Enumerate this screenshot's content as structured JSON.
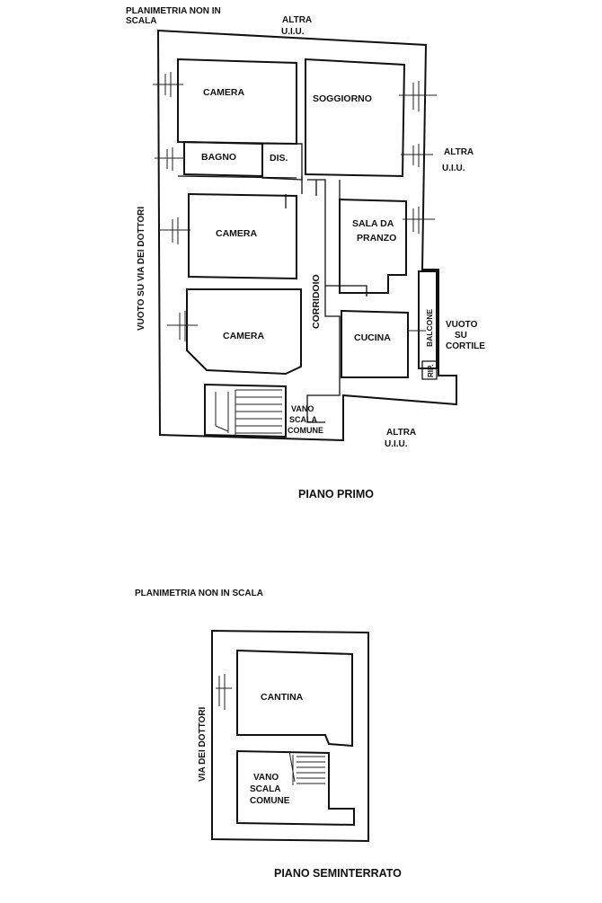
{
  "first_floor": {
    "note_line1": "PLANIMETRIA NON IN",
    "note_line2": "SCALA",
    "top_neighbor_line1": "ALTRA",
    "top_neighbor_line2": "U.I.U.",
    "right_neighbor_line1": "ALTRA",
    "right_neighbor_line2": "U.I.U.",
    "bottom_neighbor_line1": "ALTRA",
    "bottom_neighbor_line2": "U.I.U.",
    "street_side": "VUOTO SU VIA DEI DOTTORI",
    "courtyard_line1": "VUOTO",
    "courtyard_line2": "SU",
    "courtyard_line3": "CORTILE",
    "rooms": {
      "camera_top": "CAMERA",
      "soggiorno": "SOGGIORNO",
      "bagno": "BAGNO",
      "dis": "DIS.",
      "camera_mid": "CAMERA",
      "sala_line1": "SALA DA",
      "sala_line2": "PRANZO",
      "corridoio": "CORRIDOIO",
      "camera_bottom": "CAMERA",
      "cucina": "CUCINA",
      "balcone": "BALCONE",
      "rip": "RIP.",
      "stair_line1": "VANO",
      "stair_line2": "SCALA",
      "stair_line3": "COMUNE"
    },
    "floor_title": "PIANO PRIMO"
  },
  "basement": {
    "note": "PLANIMETRIA NON IN SCALA",
    "street_side": "VIA DEI DOTTORI",
    "cantina": "CANTINA",
    "stair_line1": "VANO",
    "stair_line2": "SCALA",
    "stair_line3": "COMUNE",
    "floor_title": "PIANO SEMINTERRATO"
  }
}
